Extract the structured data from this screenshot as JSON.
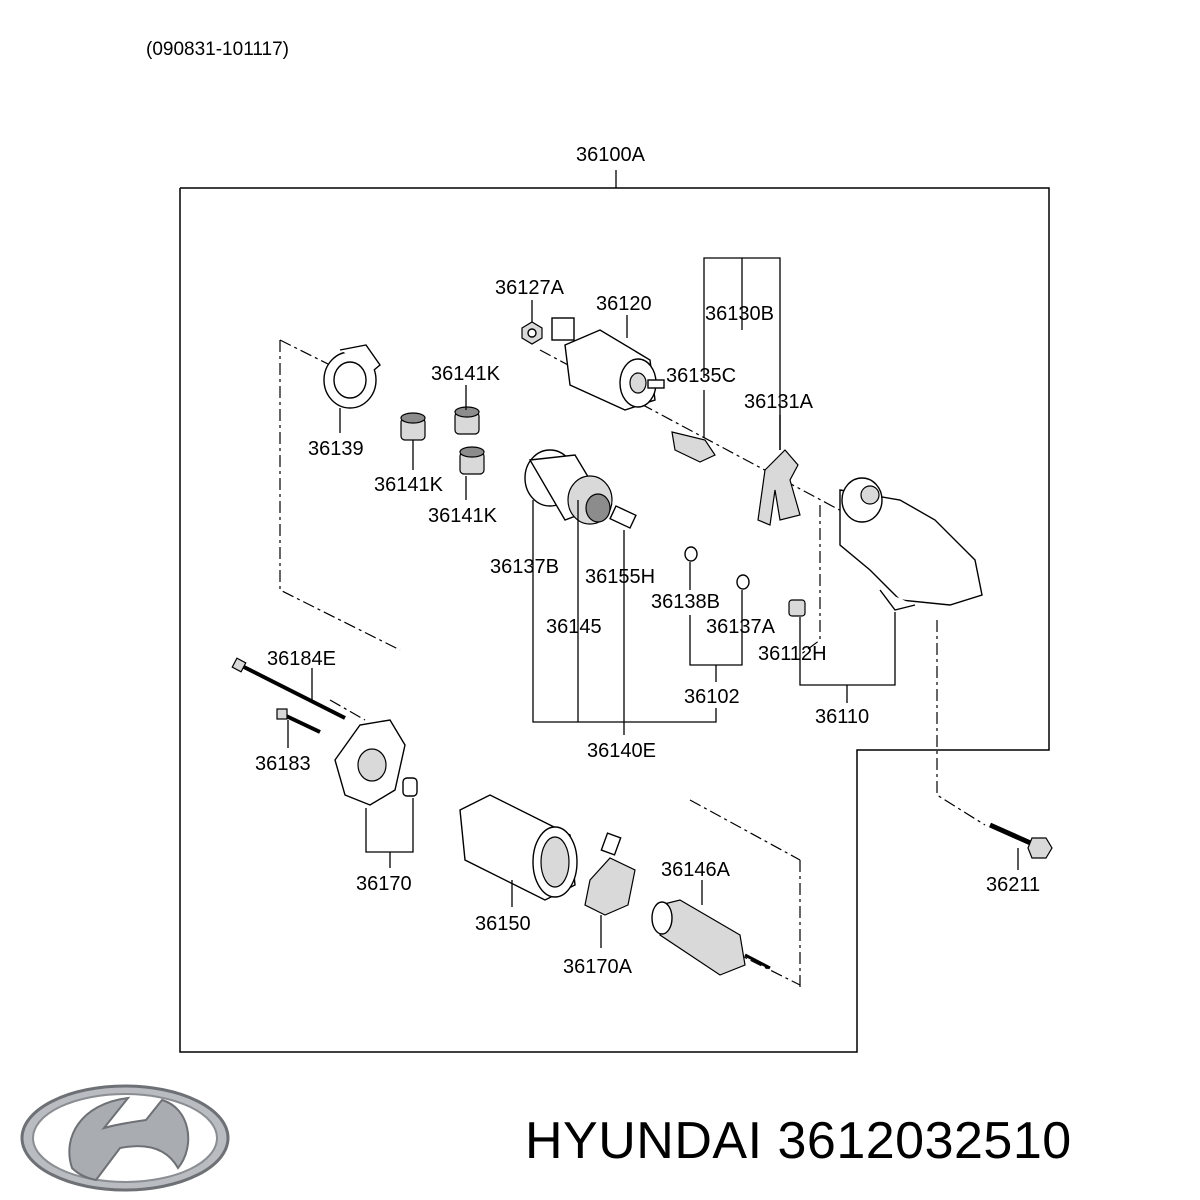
{
  "diagram": {
    "date_code": "(090831-101117)",
    "assembly_label": "36100A",
    "labels": [
      {
        "id": "l1",
        "text": "36127A"
      },
      {
        "id": "l2",
        "text": "36120"
      },
      {
        "id": "l3",
        "text": "36130B"
      },
      {
        "id": "l4",
        "text": "36141K"
      },
      {
        "id": "l5",
        "text": "36135C"
      },
      {
        "id": "l6",
        "text": "36131A"
      },
      {
        "id": "l7",
        "text": "36139"
      },
      {
        "id": "l8",
        "text": "36141K"
      },
      {
        "id": "l9",
        "text": "36141K"
      },
      {
        "id": "l10",
        "text": "36137B"
      },
      {
        "id": "l11",
        "text": "36155H"
      },
      {
        "id": "l12",
        "text": "36138B"
      },
      {
        "id": "l13",
        "text": "36145"
      },
      {
        "id": "l14",
        "text": "36137A"
      },
      {
        "id": "l15",
        "text": "36112H"
      },
      {
        "id": "l16",
        "text": "36184E"
      },
      {
        "id": "l17",
        "text": "36102"
      },
      {
        "id": "l18",
        "text": "36110"
      },
      {
        "id": "l19",
        "text": "36183"
      },
      {
        "id": "l20",
        "text": "36140E"
      },
      {
        "id": "l21",
        "text": "36170"
      },
      {
        "id": "l22",
        "text": "36146A"
      },
      {
        "id": "l23",
        "text": "36211"
      },
      {
        "id": "l24",
        "text": "36150"
      },
      {
        "id": "l25",
        "text": "36170A"
      }
    ]
  },
  "footer": {
    "logo_icon": "hyundai-logo-icon",
    "brand_text": "HYUNDAI 3612032510"
  }
}
